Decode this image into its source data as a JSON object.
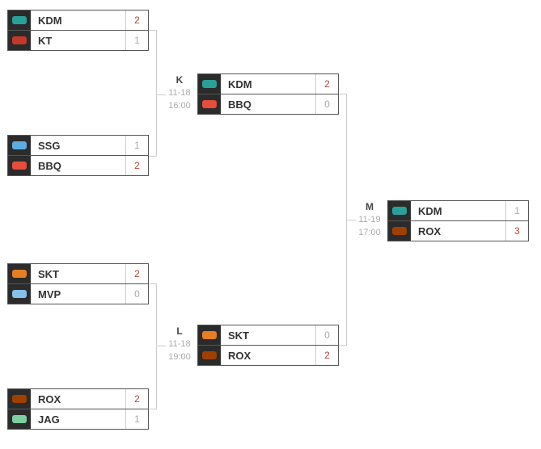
{
  "rounds": [
    [
      {
        "teams": [
          {
            "name": "KDM",
            "score": "2",
            "win": true,
            "color": "#2aa198"
          },
          {
            "name": "KT",
            "score": "1",
            "win": false,
            "color": "#c0392b"
          }
        ]
      },
      {
        "teams": [
          {
            "name": "SSG",
            "score": "1",
            "win": false,
            "color": "#5dade2"
          },
          {
            "name": "BBQ",
            "score": "2",
            "win": true,
            "color": "#e74c3c"
          }
        ]
      },
      {
        "teams": [
          {
            "name": "SKT",
            "score": "2",
            "win": true,
            "color": "#e67e22"
          },
          {
            "name": "MVP",
            "score": "0",
            "win": false,
            "color": "#85c1e9"
          }
        ]
      },
      {
        "teams": [
          {
            "name": "ROX",
            "score": "2",
            "win": true,
            "color": "#a04000"
          },
          {
            "name": "JAG",
            "score": "1",
            "win": false,
            "color": "#7dcea0"
          }
        ]
      }
    ],
    [
      {
        "label": "K",
        "date": "11-18",
        "time": "16:00",
        "teams": [
          {
            "name": "KDM",
            "score": "2",
            "win": true,
            "color": "#2aa198"
          },
          {
            "name": "BBQ",
            "score": "0",
            "win": false,
            "color": "#e74c3c"
          }
        ]
      },
      {
        "label": "L",
        "date": "11-18",
        "time": "19:00",
        "teams": [
          {
            "name": "SKT",
            "score": "0",
            "win": false,
            "color": "#e67e22"
          },
          {
            "name": "ROX",
            "score": "2",
            "win": true,
            "color": "#a04000"
          }
        ]
      }
    ],
    [
      {
        "label": "M",
        "date": "11-19",
        "time": "17:00",
        "teams": [
          {
            "name": "KDM",
            "score": "1",
            "win": false,
            "color": "#2aa198"
          },
          {
            "name": "ROX",
            "score": "3",
            "win": true,
            "color": "#a04000"
          }
        ]
      }
    ]
  ]
}
